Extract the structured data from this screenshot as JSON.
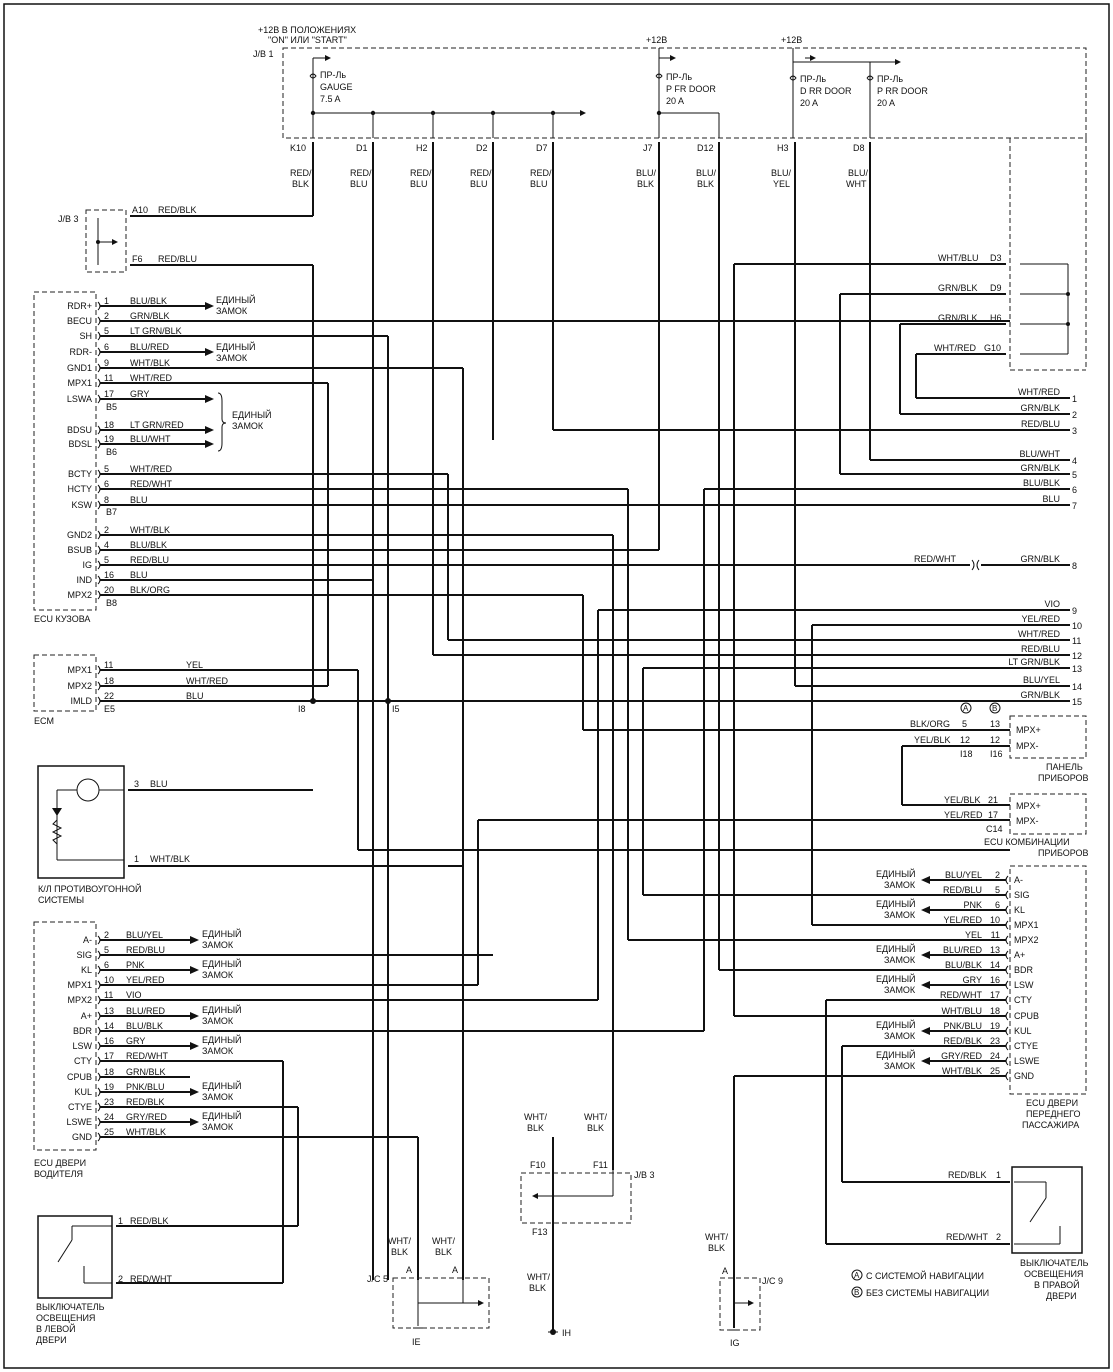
{
  "top": {
    "supply_on_start_line1": "+12В В ПОЛОЖЕНИЯХ",
    "supply_on_start_line2": "\"ON\" ИЛИ \"START\"",
    "supply_12v": "+12В",
    "jb1": "J/B 1",
    "fuse_gauge": [
      "ПР-Ль",
      "GAUGE",
      "7.5 A"
    ],
    "fuse_pfr": [
      "ПР-Ль",
      "P FR DOOR",
      "20 A"
    ],
    "fuse_drr": [
      "ПР-Ль",
      "D RR DOOR",
      "20 A"
    ],
    "fuse_prr": [
      "ПР-Ль",
      "P RR DOOR",
      "20 A"
    ]
  },
  "jb1_pins": [
    {
      "pin": "K10",
      "c1": "RED/",
      "c2": "BLK"
    },
    {
      "pin": "D1",
      "c1": "RED/",
      "c2": "BLU"
    },
    {
      "pin": "H2",
      "c1": "RED/",
      "c2": "BLU"
    },
    {
      "pin": "D2",
      "c1": "RED/",
      "c2": "BLU"
    },
    {
      "pin": "D7",
      "c1": "RED/",
      "c2": "BLU"
    },
    {
      "pin": "J7",
      "c1": "BLU/",
      "c2": "BLK"
    },
    {
      "pin": "D12",
      "c1": "BLU/",
      "c2": "BLK"
    },
    {
      "pin": "H3",
      "c1": "BLU/",
      "c2": "YEL"
    },
    {
      "pin": "D8",
      "c1": "BLU/",
      "c2": "WHT"
    }
  ],
  "jb3_top": {
    "name": "J/B 3",
    "a10": "A10",
    "a10_wire": "RED/BLK",
    "f6": "F6",
    "f6_wire": "RED/BLU"
  },
  "ecu_body": {
    "title": "ECU КУЗОВА",
    "b5": [
      {
        "label": "RDR+",
        "pin": "1",
        "wire": "BLU/BLK"
      },
      {
        "label": "BECU",
        "pin": "2",
        "wire": "GRN/BLK"
      },
      {
        "label": "SH",
        "pin": "5",
        "wire": "LT GRN/BLK"
      },
      {
        "label": "RDR-",
        "pin": "6",
        "wire": "BLU/RED"
      },
      {
        "label": "GND1",
        "pin": "9",
        "wire": "WHT/BLK"
      },
      {
        "label": "MPX1",
        "pin": "11",
        "wire": "WHT/RED"
      },
      {
        "label": "LSWA",
        "pin": "17",
        "wire": "GRY"
      }
    ],
    "b6": [
      {
        "label": "BDSU",
        "pin": "18",
        "wire": "LT GRN/RED"
      },
      {
        "label": "BDSL",
        "pin": "19",
        "wire": "BLU/WHT"
      }
    ],
    "b7": [
      {
        "label": "BCTY",
        "pin": "5",
        "wire": "WHT/RED"
      },
      {
        "label": "HCTY",
        "pin": "6",
        "wire": "RED/WHT"
      },
      {
        "label": "KSW",
        "pin": "8",
        "wire": "BLU"
      }
    ],
    "b8": [
      {
        "label": "GND2",
        "pin": "2",
        "wire": "WHT/BLK"
      },
      {
        "label": "BSUB",
        "pin": "4",
        "wire": "BLU/BLK"
      },
      {
        "label": "IG",
        "pin": "5",
        "wire": "RED/BLU"
      },
      {
        "label": "IND",
        "pin": "16",
        "wire": "BLU"
      },
      {
        "label": "MPX2",
        "pin": "20",
        "wire": "BLK/ORG"
      }
    ],
    "conn": [
      "B5",
      "B6",
      "B7",
      "B8"
    ]
  },
  "lock_label": [
    "ЕДИНЫЙ",
    "ЗАМОК"
  ],
  "ecm": {
    "title": "ECM",
    "conn": "E5",
    "rows": [
      {
        "label": "MPX1",
        "pin": "11",
        "wire": "YEL"
      },
      {
        "label": "MPX2",
        "pin": "18",
        "wire": "WHT/RED"
      },
      {
        "label": "IMLD",
        "pin": "22",
        "wire": "BLU"
      }
    ],
    "splice_i8": "I8",
    "splice_i5": "I5"
  },
  "immo": {
    "title1": "К/Л ПРОТИВОУГОННОЙ",
    "title2": "СИСТЕМЫ",
    "p3": "3",
    "w3": "BLU",
    "p1": "1",
    "w1": "WHT/BLK"
  },
  "ecu_driver": {
    "title1": "ECU ДВЕРИ",
    "title2": "ВОДИТЕЛЯ",
    "rows": [
      {
        "label": "A-",
        "pin": "2",
        "wire": "BLU/YEL"
      },
      {
        "label": "SIG",
        "pin": "5",
        "wire": "RED/BLU"
      },
      {
        "label": "KL",
        "pin": "6",
        "wire": "PNK"
      },
      {
        "label": "MPX1",
        "pin": "10",
        "wire": "YEL/RED"
      },
      {
        "label": "MPX2",
        "pin": "11",
        "wire": "VIO"
      },
      {
        "label": "A+",
        "pin": "13",
        "wire": "BLU/RED"
      },
      {
        "label": "BDR",
        "pin": "14",
        "wire": "BLU/BLK"
      },
      {
        "label": "LSW",
        "pin": "16",
        "wire": "GRY"
      },
      {
        "label": "CTY",
        "pin": "17",
        "wire": "RED/WHT"
      },
      {
        "label": "CPUB",
        "pin": "18",
        "wire": "GRN/BLK"
      },
      {
        "label": "KUL",
        "pin": "19",
        "wire": "PNK/BLU"
      },
      {
        "label": "CTYE",
        "pin": "23",
        "wire": "RED/BLK"
      },
      {
        "label": "LSWE",
        "pin": "24",
        "wire": "GRY/RED"
      },
      {
        "label": "GND",
        "pin": "25",
        "wire": "WHT/BLK"
      }
    ]
  },
  "left_switch": {
    "title": [
      "ВЫКЛЮЧАТЕЛЬ",
      "ОСВЕЩЕНИЯ",
      "В ЛЕВОЙ",
      "ДВЕРИ"
    ],
    "p1": "1",
    "w1": "RED/BLK",
    "p2": "2",
    "w2": "RED/WHT"
  },
  "jc5": {
    "name": "J/C 5",
    "w1": "WHT/",
    "w2": "BLK",
    "pin": "A",
    "ground": "IE"
  },
  "jb3_bottom": {
    "name": "J/B 3",
    "f10": "F10",
    "f11": "F11",
    "f13": "F13",
    "w1": "WHT/",
    "w2": "BLK",
    "ground": "IH"
  },
  "jc9": {
    "name": "J/C 9",
    "w1": "WHT/",
    "w2": "BLK",
    "pin": "A",
    "ground": "IG"
  },
  "right_jb_conn": [
    {
      "pin": "D3",
      "wire": "WHT/BLU"
    },
    {
      "pin": "D9",
      "wire": "GRN/BLK"
    },
    {
      "pin": "H6",
      "wire": "GRN/BLK"
    },
    {
      "pin": "G10",
      "wire": "WHT/RED"
    }
  ],
  "right_edge": [
    {
      "n": "1",
      "wire": "WHT/RED"
    },
    {
      "n": "2",
      "wire": "GRN/BLK"
    },
    {
      "n": "3",
      "wire": "RED/BLU"
    },
    {
      "n": "4",
      "wire": "BLU/WHT"
    },
    {
      "n": "5",
      "wire": "GRN/BLK"
    },
    {
      "n": "6",
      "wire": "BLU/BLK"
    },
    {
      "n": "7",
      "wire": "BLU"
    },
    {
      "n": "8",
      "wire": "GRN/BLK",
      "wire_left": "RED/WHT"
    },
    {
      "n": "9",
      "wire": "VIO"
    },
    {
      "n": "10",
      "wire": "YEL/RED"
    },
    {
      "n": "11",
      "wire": "WHT/RED"
    },
    {
      "n": "12",
      "wire": "RED/BLU"
    },
    {
      "n": "13",
      "wire": "LT GRN/BLK"
    },
    {
      "n": "14",
      "wire": "BLU/YEL"
    },
    {
      "n": "15",
      "wire": "GRN/BLK"
    }
  ],
  "panel": {
    "col_a": "A",
    "col_b": "B",
    "rows": [
      {
        "wire": "BLK/ORG",
        "a": "5",
        "b": "13",
        "label": "MPX+"
      },
      {
        "wire": "YEL/BLK",
        "a": "12",
        "b": "12",
        "label": "MPX-"
      }
    ],
    "conn_a": "I18",
    "conn_b": "I16",
    "title1": "ПАНЕЛЬ",
    "title2": "ПРИБОРОВ"
  },
  "combo": {
    "rows": [
      {
        "wire": "YEL/BLK",
        "pin": "21",
        "label": "MPX+"
      },
      {
        "wire": "YEL/RED",
        "pin": "17",
        "label": "MPX-"
      }
    ],
    "conn": "C14",
    "title1": "ECU КОМБИНАЦИИ",
    "title2": "ПРИБОРОВ"
  },
  "ecu_pass": {
    "title": [
      "ECU ДВЕРИ",
      "ПЕРЕДНЕГО",
      "ПАССАЖИРА"
    ],
    "rows": [
      {
        "label": "A-",
        "pin": "2",
        "wire": "BLU/YEL"
      },
      {
        "label": "SIG",
        "pin": "5",
        "wire": "RED/BLU"
      },
      {
        "label": "KL",
        "pin": "6",
        "wire": "PNK"
      },
      {
        "label": "MPX1",
        "pin": "10",
        "wire": "YEL/RED"
      },
      {
        "label": "MPX2",
        "pin": "11",
        "wire": "YEL"
      },
      {
        "label": "A+",
        "pin": "13",
        "wire": "BLU/RED"
      },
      {
        "label": "BDR",
        "pin": "14",
        "wire": "BLU/BLK"
      },
      {
        "label": "LSW",
        "pin": "16",
        "wire": "GRY"
      },
      {
        "label": "CTY",
        "pin": "17",
        "wire": "RED/WHT"
      },
      {
        "label": "CPUB",
        "pin": "18",
        "wire": "WHT/BLU"
      },
      {
        "label": "KUL",
        "pin": "19",
        "wire": "PNK/BLU"
      },
      {
        "label": "CTYE",
        "pin": "23",
        "wire": "RED/BLK"
      },
      {
        "label": "LSWE",
        "pin": "24",
        "wire": "GRY/RED"
      },
      {
        "label": "GND",
        "pin": "25",
        "wire": "WHT/BLK"
      }
    ]
  },
  "right_switch": {
    "title": [
      "ВЫКЛЮЧАТЕЛЬ",
      "ОСВЕЩЕНИЯ",
      "В ПРАВОЙ",
      "ДВЕРИ"
    ],
    "p1": "1",
    "w1": "RED/BLK",
    "p2": "2",
    "w2": "RED/WHT"
  },
  "legend": {
    "a_sym": "A",
    "a_text": "С СИСТЕМОЙ НАВИГАЦИИ",
    "b_sym": "B",
    "b_text": "БЕЗ СИСТЕМЫ НАВИГАЦИИ"
  }
}
